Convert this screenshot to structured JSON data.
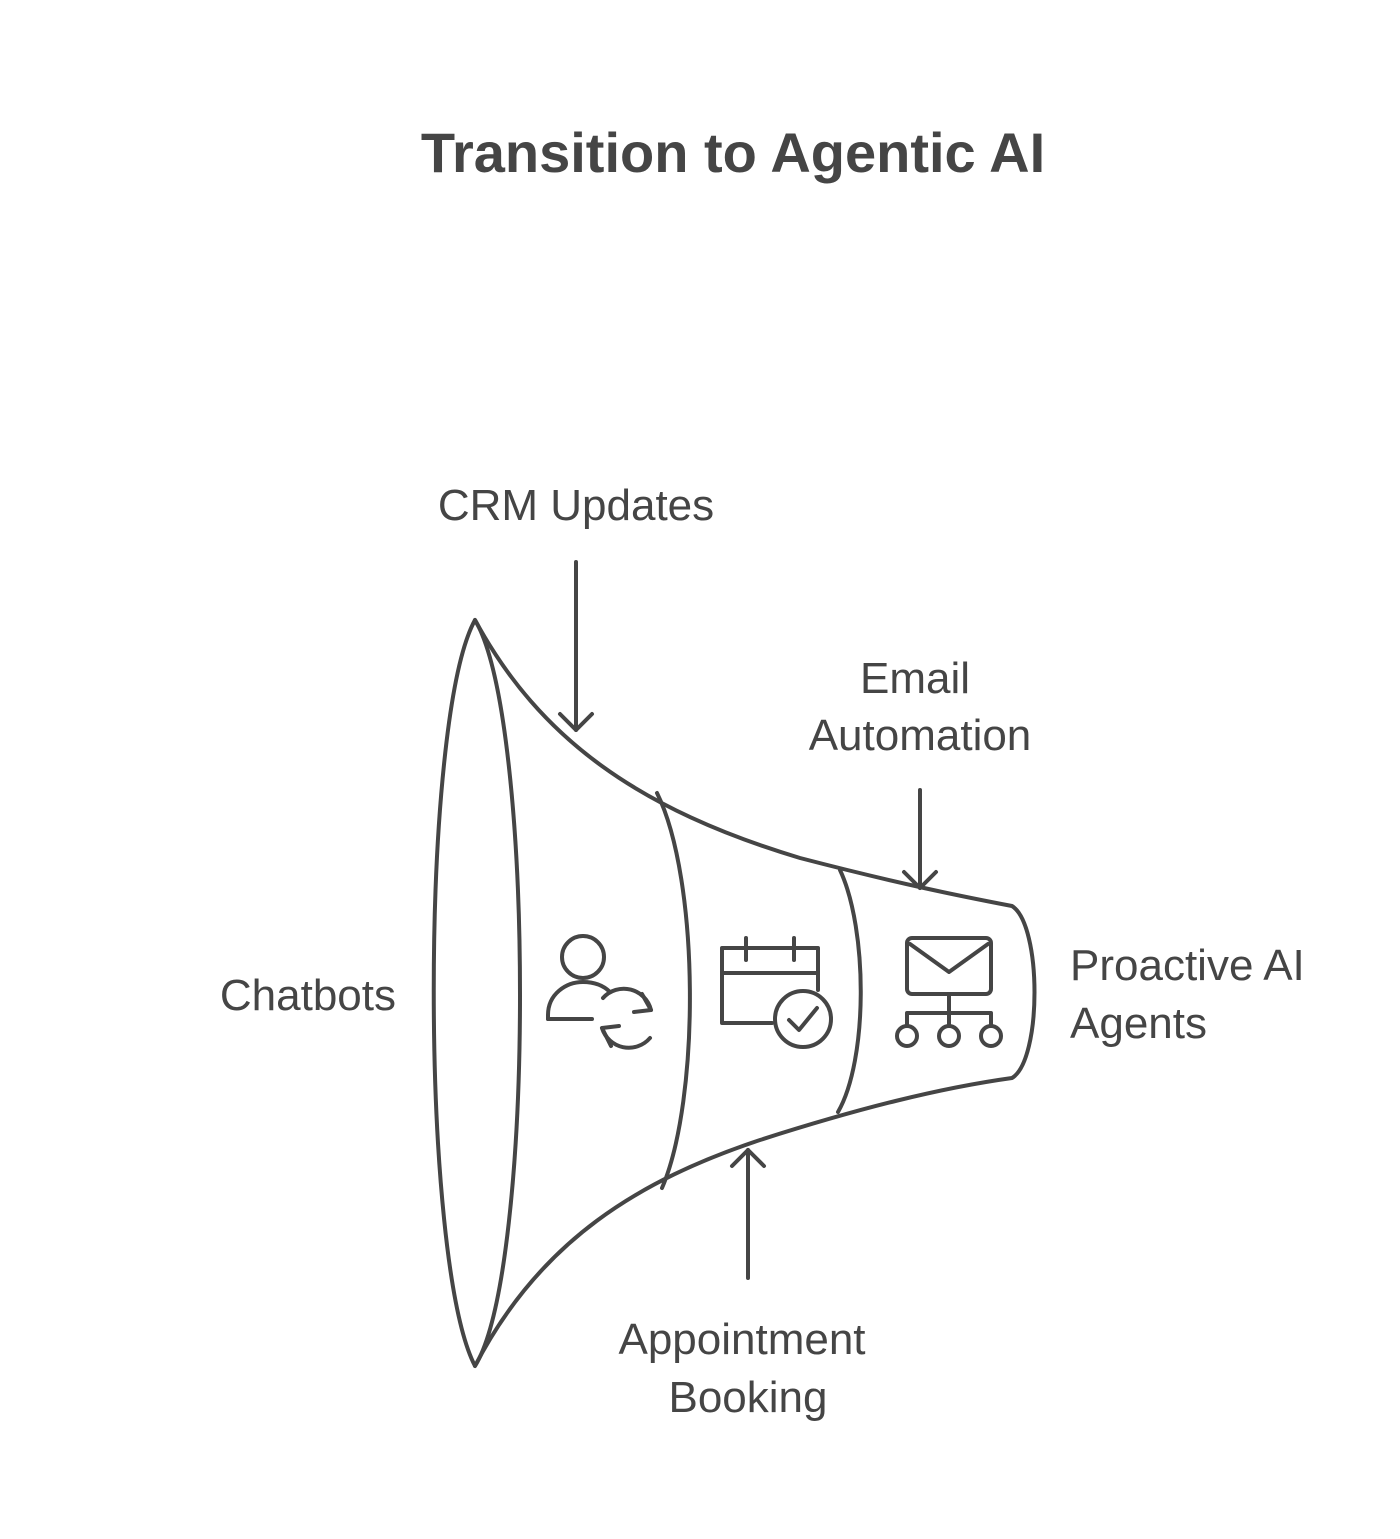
{
  "title": "Transition to Agentic AI",
  "stages": [
    {
      "label": "Chatbots",
      "icon": "none"
    },
    {
      "label": "CRM Updates",
      "icon": "user-sync-icon"
    },
    {
      "label": "Appointment Booking",
      "icon": "calendar-check-icon"
    },
    {
      "label": "Email Automation",
      "icon": "email-network-icon"
    },
    {
      "label": "Proactive AI Agents",
      "icon": "none"
    }
  ],
  "labels": {
    "chatbots": "Chatbots",
    "crm_updates": "CRM Updates",
    "email_line1": "Email",
    "email_line2": "Automation",
    "appointment_line1": "Appointment",
    "appointment_line2": "Booking",
    "proactive_line1": "Proactive AI",
    "proactive_line2": "Agents"
  },
  "colors": {
    "fill_light": "#FBBE84",
    "fill_dark": "#F79C45",
    "outline": "#454545",
    "text": "#454545"
  }
}
